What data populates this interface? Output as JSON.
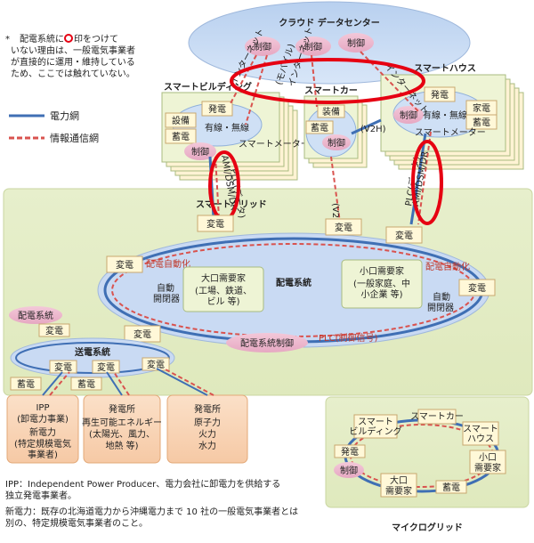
{
  "note": {
    "asterisk": "*",
    "line1": "配電系統に",
    "line1b": "印をつけて",
    "line2": "いない理由は、一般電気事業者",
    "line3": "が直接的に運用・維持している",
    "line4": "ため、ここでは触れていない。"
  },
  "legend": {
    "power": "電力網",
    "info": "情報通信網"
  },
  "cloud": {
    "title": "クラウド データセンター",
    "ctrl1": "制御",
    "ctrl2": "制御",
    "ctrl3": "制御"
  },
  "links": {
    "internet_left": "インターネット",
    "internet_mid": "(モバイル)",
    "internet_mid2": "インターネット",
    "internet_right": "インターネット",
    "v2g": "(V2G)",
    "v2h": "(V2H)",
    "ami_left": "AMI/DSM/DR",
    "plc_left": "PLC(データ)",
    "ami_right": "AMI/DSM/DR",
    "plc_right": "PLC(データ)"
  },
  "building": {
    "title": "スマートビルディング",
    "gen": "発電",
    "equip": "設備",
    "storage": "蓄電",
    "wire": "有線・無線",
    "meter": "スマートメーター",
    "ctrl": "制御"
  },
  "car": {
    "title": "スマートカー",
    "equip": "装備",
    "storage": "蓄電",
    "ctrl": "制御"
  },
  "house": {
    "title": "スマートハウス",
    "gen": "発電",
    "appliance": "家電",
    "ctrl": "制御",
    "wire": "有線・無線",
    "storage": "蓄電",
    "meter": "スマートメーター"
  },
  "grid": {
    "title": "スマートグリッド",
    "transform_left": "変電",
    "transform_mid": "変電",
    "transform_right": "変電",
    "transform_lr": "変電",
    "transform_ll": "変電",
    "transform_tr": "変電",
    "distribution": "配電系統",
    "auto_left": "配電自動化",
    "auto_right": "配電自動化",
    "auto_switch_left1": "自動",
    "auto_switch_left2": "開閉器",
    "auto_switch_right1": "自動",
    "auto_switch_right2": "開閉器",
    "big_title": "大口需要家",
    "big_sub1": "(工場、鉄道、",
    "big_sub2": "ビル 等)",
    "small_title": "小口需要家",
    "small_sub1": "(一般家庭、中",
    "small_sub2": "小企業 等)",
    "dist_ctrl": "配電系統制御",
    "plc_ctrl": "PLC(制御信号)"
  },
  "transmission": {
    "dist_sys": "配電系統",
    "transform": "変電",
    "title": "送電系統",
    "t1": "変電",
    "t2": "変電",
    "t3": "変電",
    "storage1": "蓄電",
    "storage2": "蓄電"
  },
  "plants": {
    "ipp_title": "IPP",
    "ipp_sub": "(卸電力事業)",
    "ipp_new": "新電力",
    "ipp_desc1": "(特定規模電気",
    "ipp_desc2": "事業者)",
    "plant1_title": "発電所",
    "plant1_sub1": "再生可能エネルギー",
    "plant1_sub2": "(太陽光、風力、",
    "plant1_sub3": "地熱 等)",
    "plant2_title": "発電所",
    "plant2_sub1": "原子力",
    "plant2_sub2": "火力",
    "plant2_sub3": "水力"
  },
  "micro": {
    "title": "マイクログリッド",
    "building1": "スマート",
    "building2": "ビルディング",
    "car": "スマートカー",
    "house1": "スマート",
    "house2": "ハウス",
    "gen": "発電",
    "small1": "小口",
    "small2": "需要家",
    "ctrl": "制御",
    "big1": "大口",
    "big2": "需要家",
    "storage": "蓄電"
  },
  "footnotes": {
    "ipp": "IPP：Independent Power Producer、電力会社に卸電力を供給する",
    "ipp2": "独立発電事業者。",
    "new": "新電力：既存の北海道電力から沖縄電力まで 10 社の一般電気事業者とは",
    "new2": "別の、特定規模電気事業者のこと。"
  }
}
